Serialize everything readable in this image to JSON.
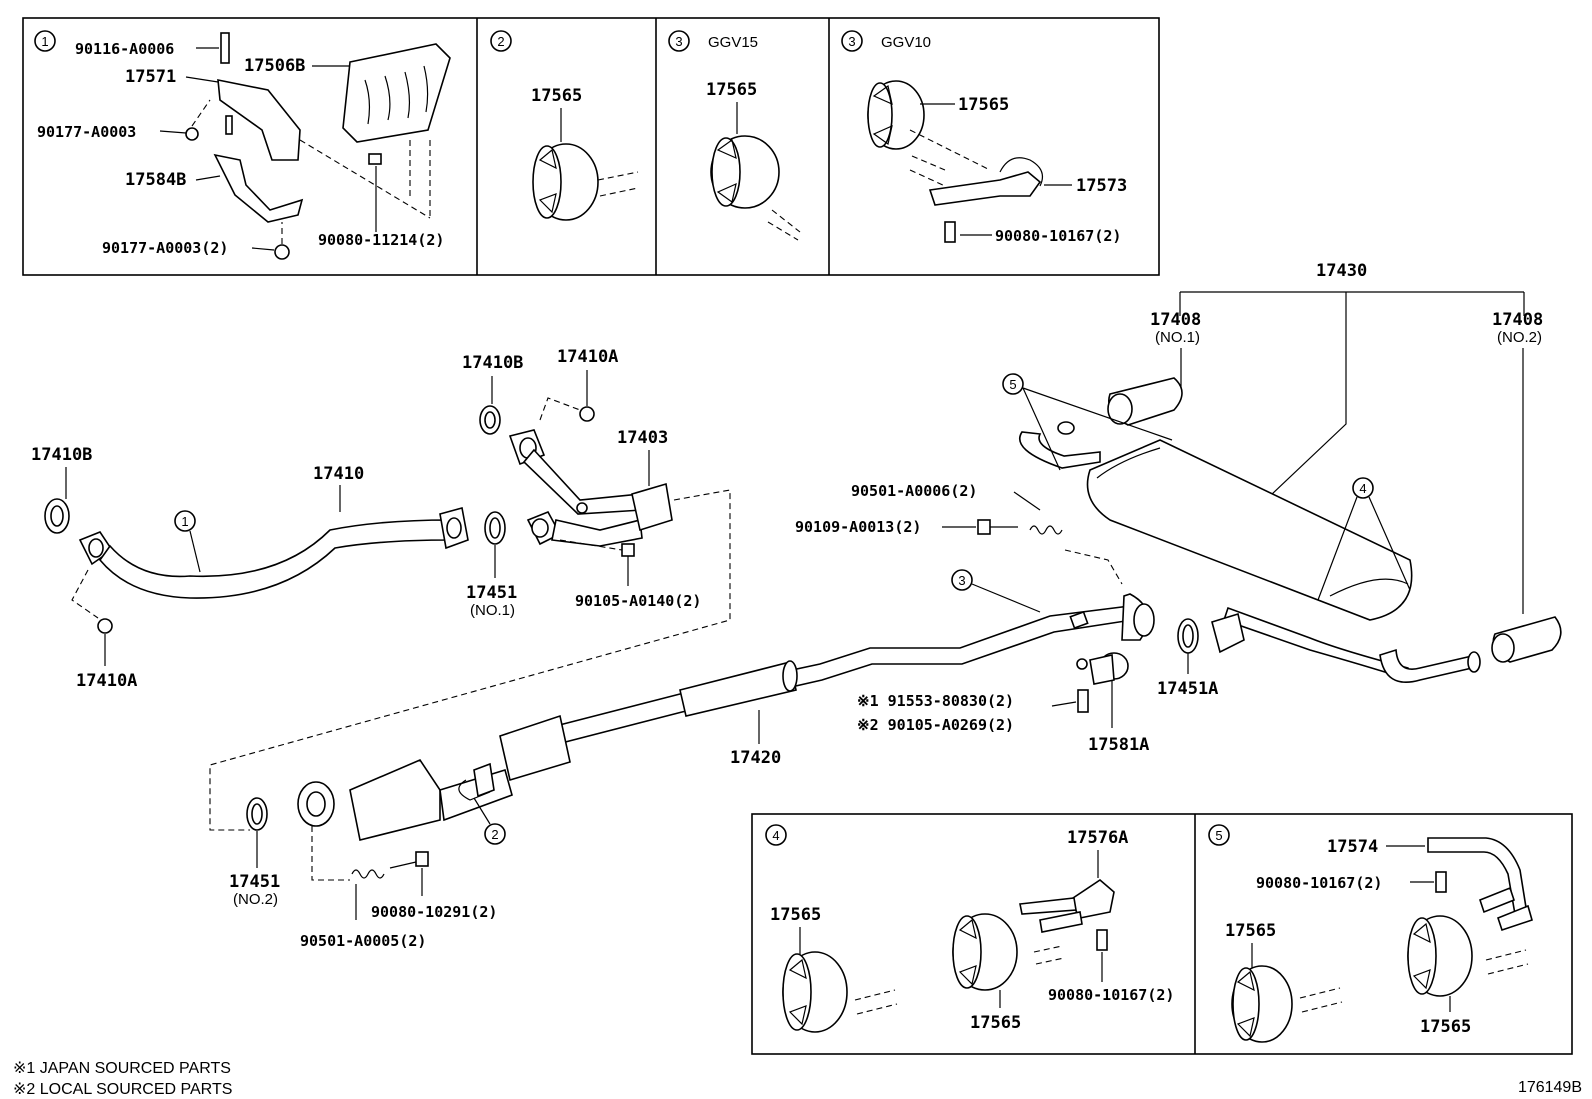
{
  "diagram_id": "176149B",
  "notes": [
    "※1 JAPAN SOURCED PARTS",
    "※2 LOCAL SOURCED PARTS"
  ],
  "callouts": [
    "1",
    "2",
    "3",
    "4",
    "5"
  ],
  "inset1": {
    "circle": "1",
    "parts": [
      "90116-A0006",
      "17571",
      "17506B",
      "90177-A0003",
      "17584B",
      "90177-A0003(2)",
      "90080-11214(2)"
    ]
  },
  "inset2": {
    "circle": "2",
    "parts": [
      "17565"
    ]
  },
  "inset3a": {
    "circle": "3",
    "variant": "GGV15",
    "parts": [
      "17565"
    ]
  },
  "inset3b": {
    "circle": "3",
    "variant": "GGV10",
    "parts": [
      "17565",
      "17573",
      "90080-10167(2)"
    ]
  },
  "inset4": {
    "circle": "4",
    "parts": [
      "17576A",
      "17565",
      "17565",
      "90080-10167(2)"
    ]
  },
  "inset5": {
    "circle": "5",
    "parts": [
      "17574",
      "90080-10167(2)",
      "17565",
      "17565"
    ]
  },
  "main": {
    "p17430": "17430",
    "p17408a": "17408",
    "p17408a_sub": "(NO.1)",
    "p17408b": "17408",
    "p17408b_sub": "(NO.2)",
    "p17410B_1": "17410B",
    "p17410A_1": "17410A",
    "p17403": "17403",
    "p17410B_2": "17410B",
    "p17410": "17410",
    "p17410A_2": "17410A",
    "p17451_1": "17451",
    "p17451_1_sub": "(NO.1)",
    "p90105_A0140": "90105-A0140(2)",
    "p90501_A0006": "90501-A0006(2)",
    "p90109_A0013": "90109-A0013(2)",
    "p17451A": "17451A",
    "p17420": "17420",
    "p17581A": "17581A",
    "p91553": "※1 91553-80830(2)",
    "p90105_A0269": "※2 90105-A0269(2)",
    "p17451_2": "17451",
    "p17451_2_sub": "(NO.2)",
    "p90080_10291": "90080-10291(2)",
    "p90501_A0005": "90501-A0005(2)"
  }
}
